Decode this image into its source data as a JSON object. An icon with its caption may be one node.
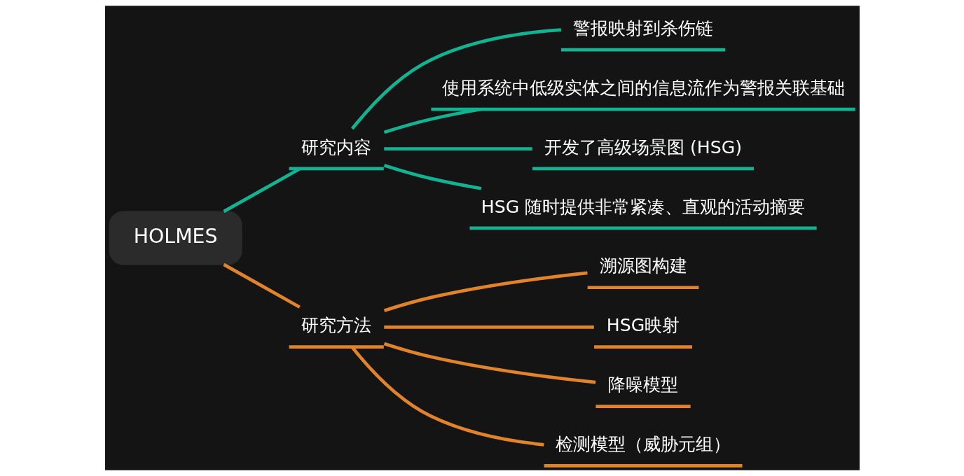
{
  "diagram": {
    "nodes": [
      {
        "text": [
          "HOLMES"
        ]
      },
      {
        "text": [
          "研究内容"
        ]
      },
      {
        "text": [
          "警报映射到杀伤链"
        ]
      },
      {
        "text": [
          "使用系统中低级实体之间的信息流作为警报关联基础"
        ]
      },
      {
        "text": [
          "开发了高级场景图 (HSG)"
        ]
      },
      {
        "text": [
          "HSG 随时提供非常紧凑、直观的活动摘要"
        ]
      },
      {
        "text": [
          "研究方法"
        ]
      },
      {
        "text": [
          "溯源图构建"
        ]
      },
      {
        "text": [
          "HSG映射"
        ]
      },
      {
        "text": [
          "降噪模型"
        ]
      },
      {
        "text": [
          "检测模型（威胁元组）"
        ]
      }
    ],
    "edges": [
      {
        "from": 0,
        "to": 1,
        "arrow": "none"
      },
      {
        "from": 1,
        "to": 2,
        "arrow": "none"
      },
      {
        "from": 1,
        "to": 3,
        "arrow": "none"
      },
      {
        "from": 1,
        "to": 4,
        "arrow": "none"
      },
      {
        "from": 1,
        "to": 5,
        "arrow": "none"
      },
      {
        "from": 0,
        "to": 6,
        "arrow": "none",
        "color": "#e0832a"
      },
      {
        "from": 6,
        "to": 7,
        "arrow": "none",
        "color": "#e0832a"
      },
      {
        "from": 6,
        "to": 8,
        "arrow": "none",
        "color": "#e0832a"
      },
      {
        "from": 6,
        "to": 9,
        "arrow": "none",
        "color": "#e0832a"
      },
      {
        "from": 6,
        "to": 10,
        "arrow": "none",
        "color": "#e0832a"
      }
    ]
  }
}
